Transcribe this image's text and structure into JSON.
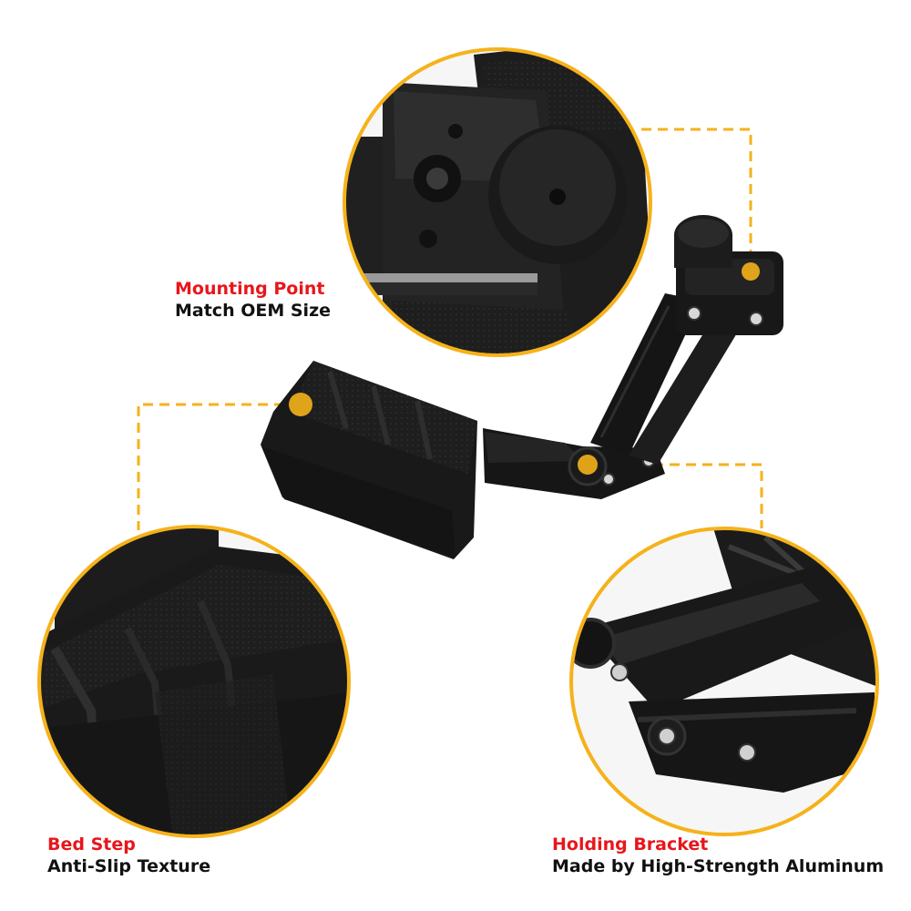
{
  "colors": {
    "accent": "#f5b21a",
    "title_red": "#e8161b",
    "text": "#111111",
    "product": "#1c1c1c"
  },
  "callouts": {
    "mounting": {
      "title": "Mounting Point",
      "subtitle": "Match OEM Size"
    },
    "step": {
      "title": "Bed Step",
      "subtitle": "Anti-Slip Texture"
    },
    "bracket": {
      "title": "Holding Bracket",
      "subtitle": "Made by High-Strength Aluminum"
    }
  }
}
